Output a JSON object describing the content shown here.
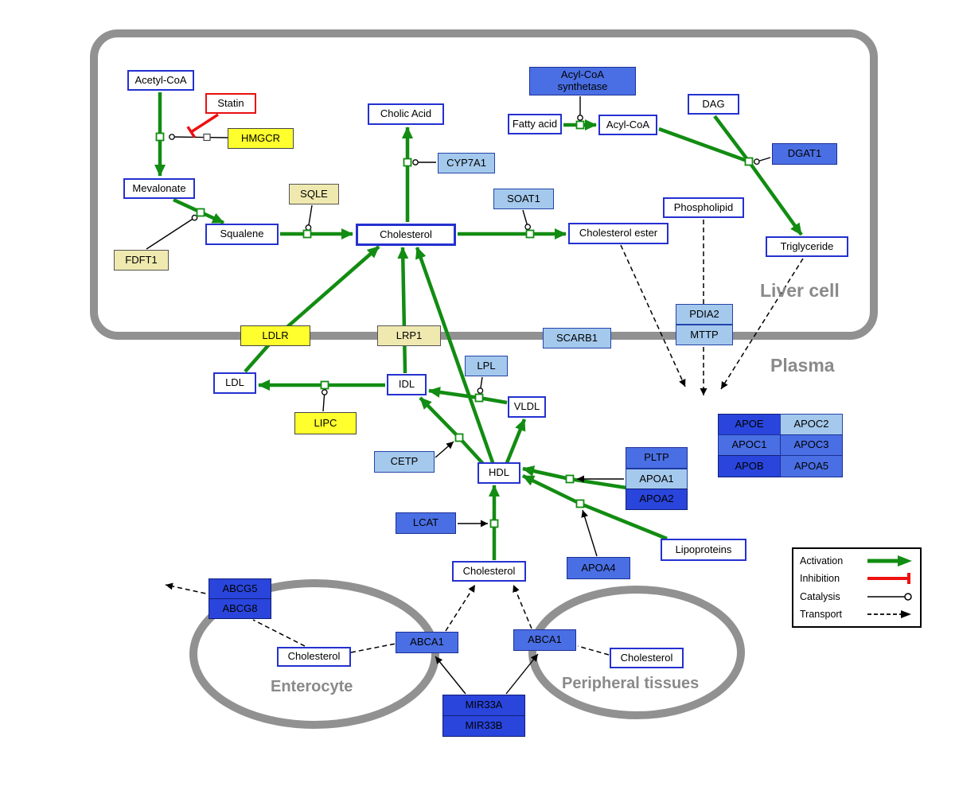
{
  "compartments": {
    "liver": "Liver cell",
    "plasma": "Plasma",
    "enterocyte": "Enterocyte",
    "peripheral": "Peripheral tissues"
  },
  "legend": {
    "activation": "Activation",
    "inhibition": "Inhibition",
    "catalysis": "Catalysis",
    "transport": "Transport"
  },
  "nodes": {
    "acetyl_coa": "Acetyl-CoA",
    "statin": "Statin",
    "hmgcr": "HMGCR",
    "mevalonate": "Mevalonate",
    "sqle": "SQLE",
    "fdft1": "FDFT1",
    "squalene": "Squalene",
    "cholesterol_liver": "Cholesterol",
    "cholic_acid": "Cholic Acid",
    "cyp7a1": "CYP7A1",
    "soat1": "SOAT1",
    "cholesterol_ester": "Cholesterol ester",
    "acyl_coa_synthetase": "Acyl-CoA synthetase",
    "fatty_acid": "Fatty acid",
    "acyl_coa": "Acyl-CoA",
    "dag": "DAG",
    "dgat1": "DGAT1",
    "phospholipid": "Phospholipid",
    "triglyceride": "Triglyceride",
    "ldlr": "LDLR",
    "lrp1": "LRP1",
    "scarb1": "SCARB1",
    "pdia2": "PDIA2",
    "mttp": "MTTP",
    "ldl": "LDL",
    "idl": "IDL",
    "lpl": "LPL",
    "vldl": "VLDL",
    "lipc": "LIPC",
    "cetp": "CETP",
    "hdl": "HDL",
    "lcat": "LCAT",
    "pltp": "PLTP",
    "apoa1": "APOA1",
    "apoa2": "APOA2",
    "apoa4": "APOA4",
    "lipoproteins": "Lipoproteins",
    "apoe": "APOE",
    "apoc2": "APOC2",
    "apoc1": "APOC1",
    "apoc3": "APOC3",
    "apob": "APOB",
    "apoa5": "APOA5",
    "cholesterol_plasma": "Cholesterol",
    "abcg5": "ABCG5",
    "abcg8": "ABCG8",
    "cholesterol_enterocyte": "Cholesterol",
    "abca1_enterocyte": "ABCA1",
    "abca1_peripheral": "ABCA1",
    "cholesterol_peripheral": "Cholesterol",
    "mir33a": "MIR33A",
    "mir33b": "MIR33B"
  },
  "colors": {
    "activation_green": "#128c12",
    "inhibition_red": "#ee1111",
    "metabolite_border_blue": "#2431d0",
    "enzyme_yellow": "#ffff2e",
    "enzyme_pale_yellow": "#efe9b0",
    "protein_light_blue": "#a4c9ec",
    "protein_medium_blue": "#4a6fe4",
    "protein_dark_blue": "#2945dc",
    "membrane_gray": "#919191"
  }
}
